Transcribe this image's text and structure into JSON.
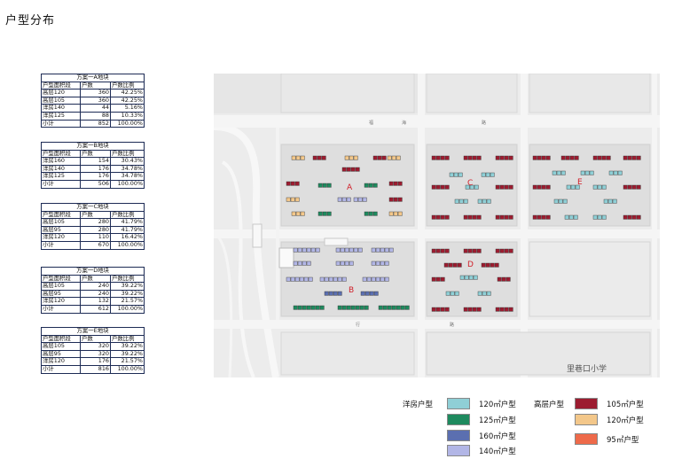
{
  "page_title": "户型分布",
  "tables": [
    {
      "caption": "方案一A地块",
      "headers": [
        "户型面积段",
        "户数",
        "户数比例"
      ],
      "rows": [
        [
          "高层120",
          "360",
          "42.25%"
        ],
        [
          "高层105",
          "360",
          "42.25%"
        ],
        [
          "洋房140",
          "44",
          "5.16%"
        ],
        [
          "洋房125",
          "88",
          "10.33%"
        ],
        [
          "小计",
          "852",
          "100.00%"
        ]
      ]
    },
    {
      "caption": "方案一B地块",
      "headers": [
        "户型面积段",
        "户数",
        "户数比例"
      ],
      "rows": [
        [
          "洋房160",
          "154",
          "30.43%"
        ],
        [
          "洋房140",
          "176",
          "34.78%"
        ],
        [
          "洋房125",
          "176",
          "34.78%"
        ],
        [
          "小计",
          "506",
          "100.00%"
        ]
      ]
    },
    {
      "caption": "方案一C地块",
      "headers": [
        "户型面积段",
        "户数",
        "户数比例"
      ],
      "rows": [
        [
          "高层105",
          "280",
          "41.79%"
        ],
        [
          "高层95",
          "280",
          "41.79%"
        ],
        [
          "洋房120",
          "110",
          "16.42%"
        ],
        [
          "小计",
          "670",
          "100.00%"
        ]
      ]
    },
    {
      "caption": "方案一D地块",
      "headers": [
        "户型面积段",
        "户数",
        "户数比例"
      ],
      "rows": [
        [
          "高层105",
          "240",
          "39.22%"
        ],
        [
          "高层95",
          "240",
          "39.22%"
        ],
        [
          "洋房120",
          "132",
          "21.57%"
        ],
        [
          "小计",
          "612",
          "100.00%"
        ]
      ]
    },
    {
      "caption": "方案一E地块",
      "headers": [
        "户型面积段",
        "户数",
        "户数比例"
      ],
      "rows": [
        [
          "高层105",
          "320",
          "39.22%"
        ],
        [
          "高层95",
          "320",
          "39.22%"
        ],
        [
          "洋房120",
          "176",
          "21.57%"
        ],
        [
          "小计",
          "816",
          "100.00%"
        ]
      ]
    }
  ],
  "map": {
    "block_labels": [
      "A",
      "B",
      "C",
      "D",
      "E"
    ],
    "road_labels": [
      "福",
      "海",
      "路",
      "行",
      "路"
    ],
    "school_label": "里巷口小学",
    "block_label_color": "#d0202a"
  },
  "legend": {
    "group_villa": "洋房户型",
    "group_highrise": "高层户型",
    "villa": [
      {
        "label": "120㎡户型",
        "color": "#8fcfd6"
      },
      {
        "label": "125㎡户型",
        "color": "#1e8a5e"
      },
      {
        "label": "160㎡户型",
        "color": "#5b6fb0"
      },
      {
        "label": "140㎡户型",
        "color": "#b2b6e6"
      }
    ],
    "highrise": [
      {
        "label": "105㎡户型",
        "color": "#9c1c30"
      },
      {
        "label": "120㎡户型",
        "color": "#f3c78a"
      },
      {
        "label": "95㎡户型",
        "color": "#ee6a4a"
      }
    ]
  }
}
